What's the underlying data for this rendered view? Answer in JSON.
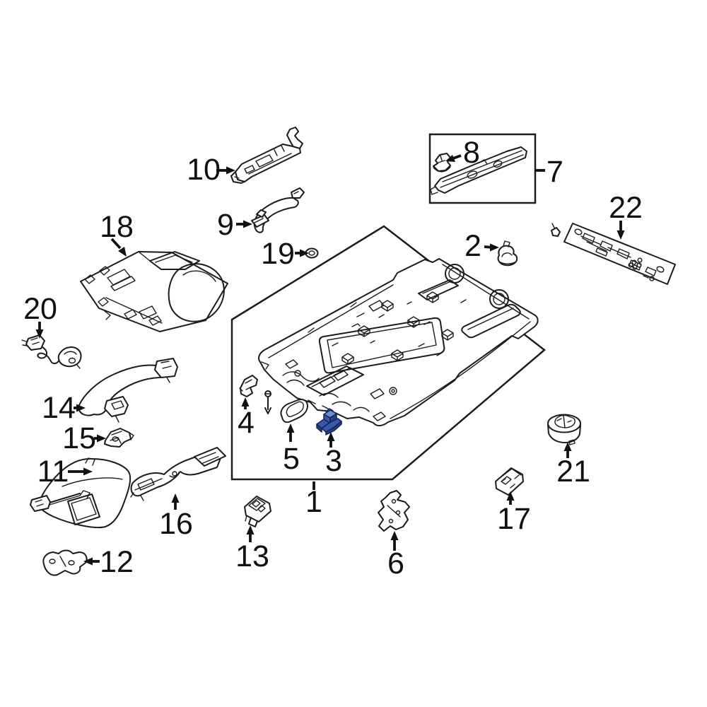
{
  "diagram": {
    "kind": "exploded-parts-diagram",
    "background_color": "#ffffff",
    "line_color": "#1b1b1b",
    "highlight": {
      "outline": "#16215c",
      "fill": "#3b57a8",
      "fill_light": "#6f8cd0",
      "fill_dark": "#27407f"
    },
    "highlighted_part": "3",
    "callouts": [
      {
        "label": "1"
      },
      {
        "label": "2"
      },
      {
        "label": "3",
        "highlighted": true
      },
      {
        "label": "4"
      },
      {
        "label": "5"
      },
      {
        "label": "6"
      },
      {
        "label": "7"
      },
      {
        "label": "8"
      },
      {
        "label": "9"
      },
      {
        "label": "10"
      },
      {
        "label": "11"
      },
      {
        "label": "12"
      },
      {
        "label": "13"
      },
      {
        "label": "14"
      },
      {
        "label": "15"
      },
      {
        "label": "16"
      },
      {
        "label": "17"
      },
      {
        "label": "18"
      },
      {
        "label": "19"
      },
      {
        "label": "20"
      },
      {
        "label": "21"
      },
      {
        "label": "22"
      }
    ]
  }
}
